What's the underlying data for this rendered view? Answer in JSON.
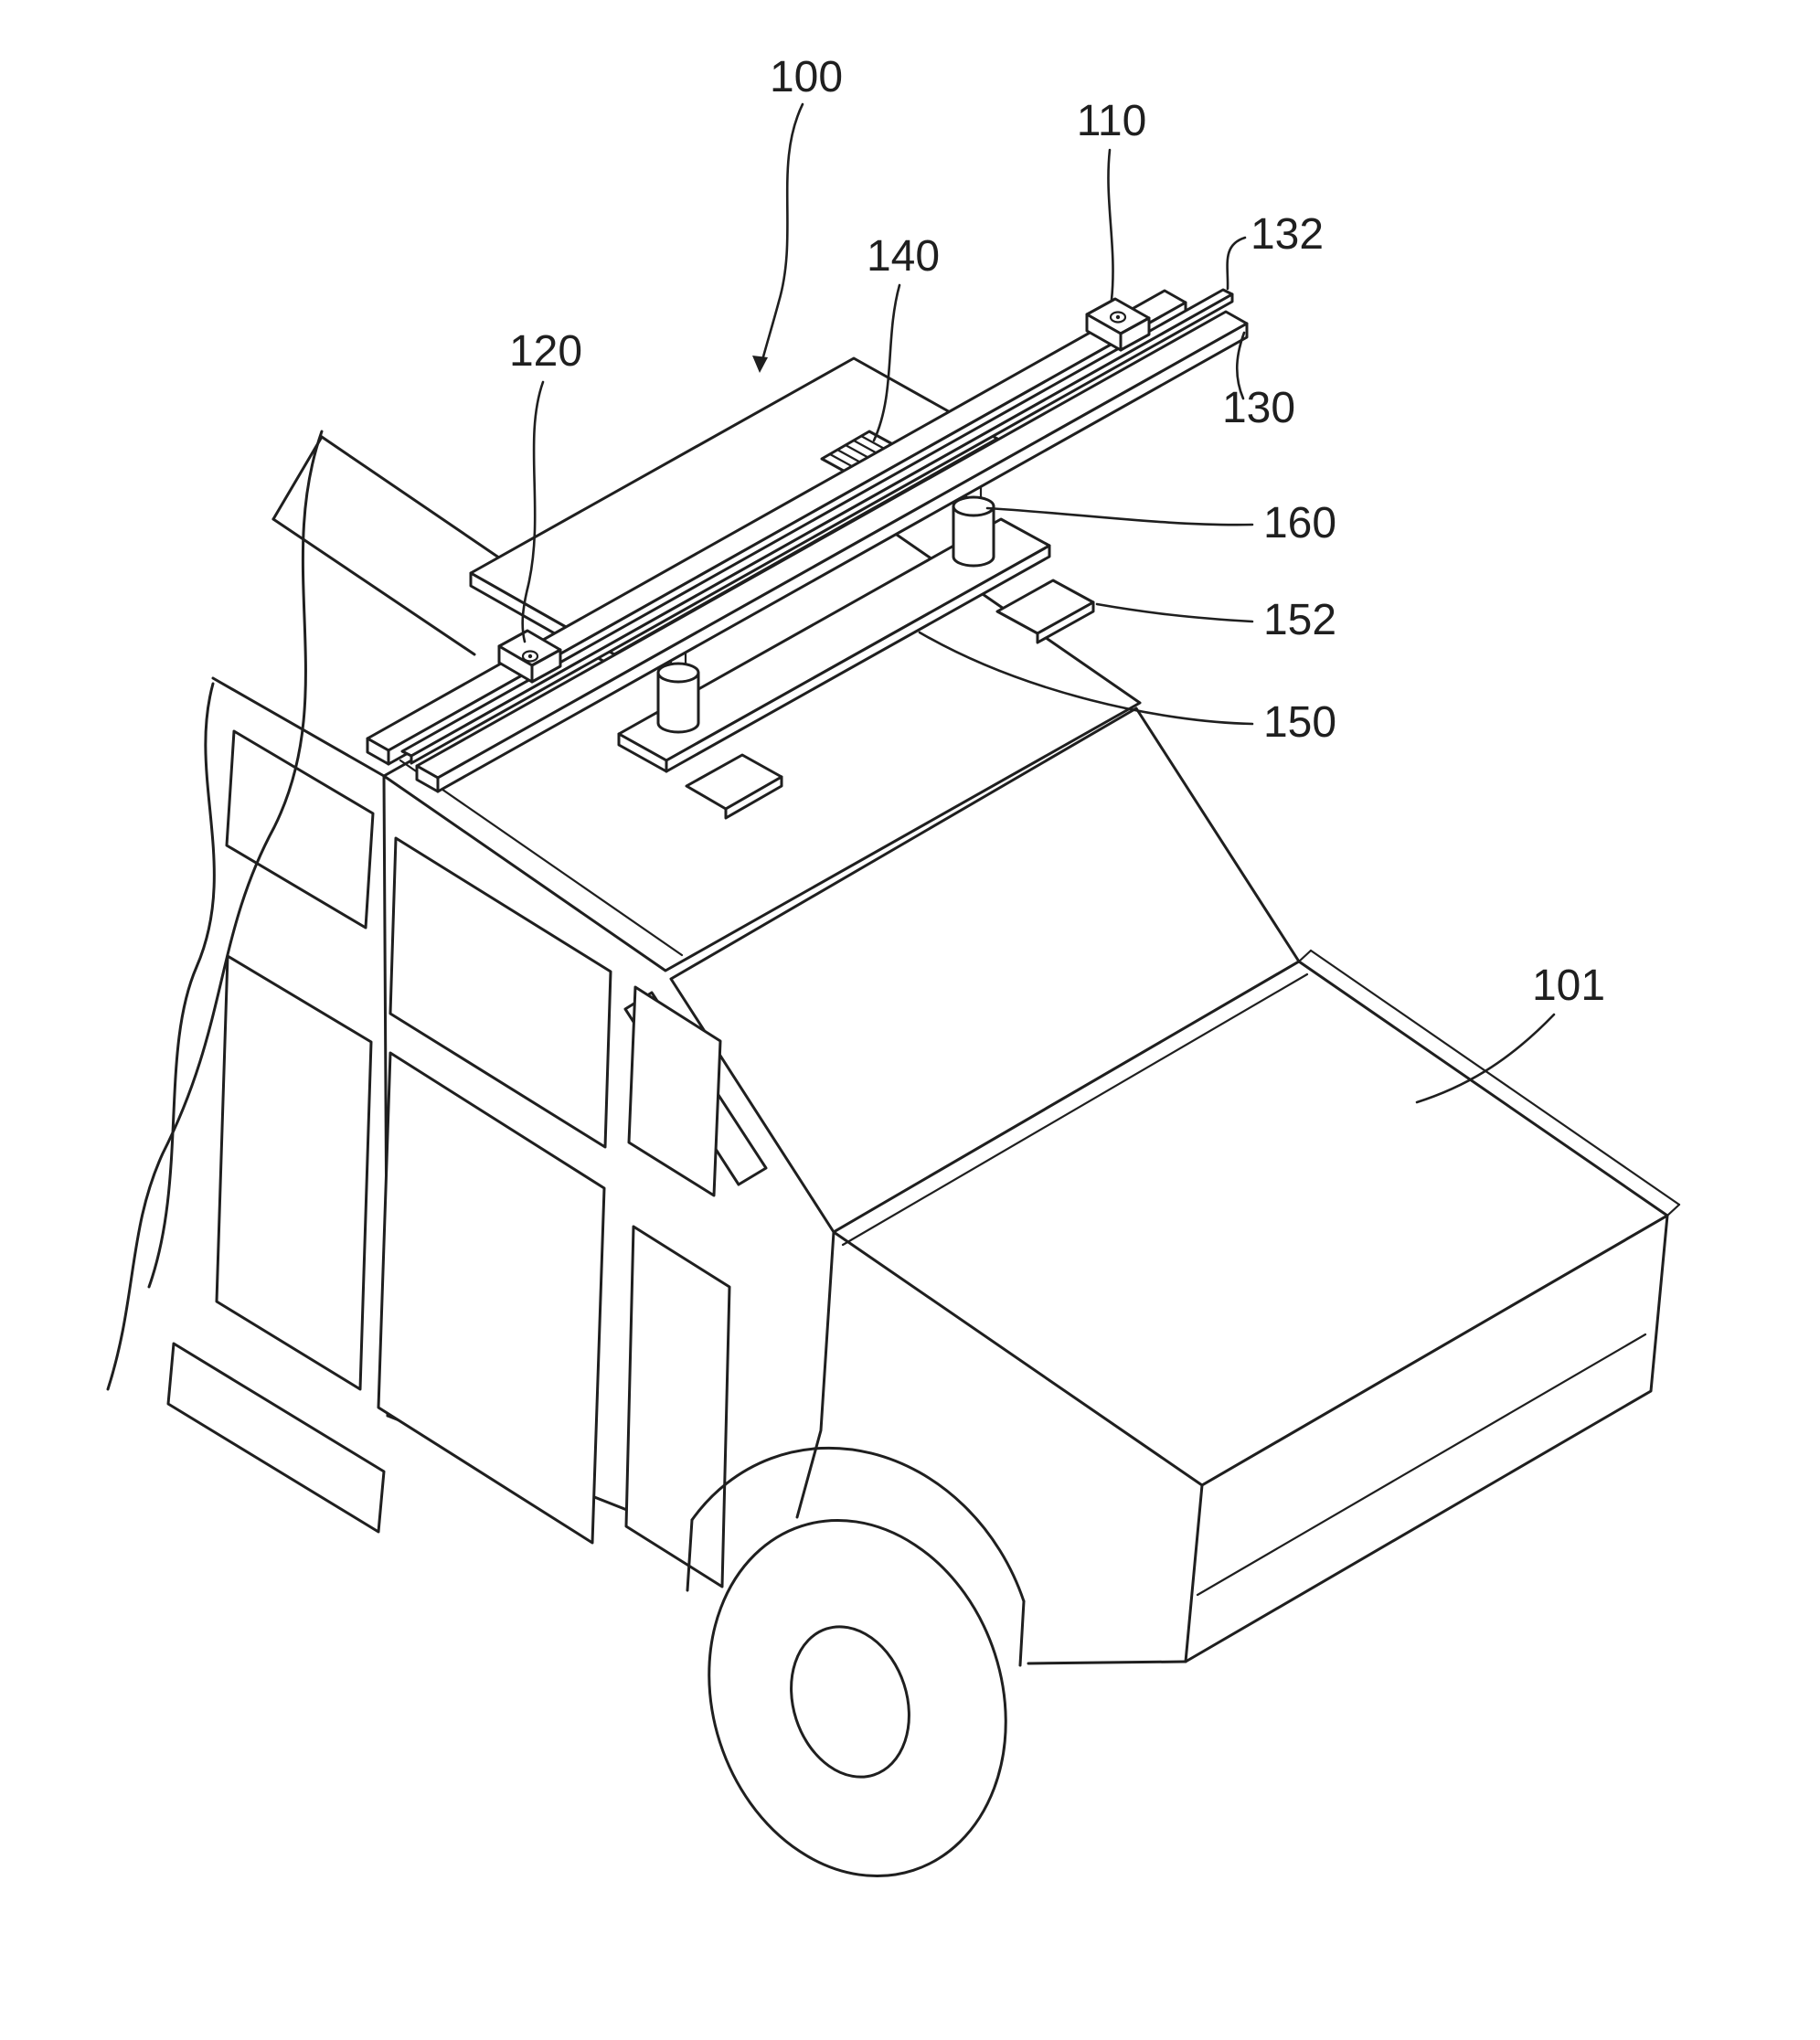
{
  "figure": {
    "type": "patent-line-drawing",
    "description": "vehicle with roof-mounted rail apparatus",
    "ink_color": "#1f1f1f",
    "background_color": "#ffffff",
    "reference_labels": [
      {
        "text": "100"
      },
      {
        "text": "110"
      },
      {
        "text": "132"
      },
      {
        "text": "130"
      },
      {
        "text": "140"
      },
      {
        "text": "120"
      },
      {
        "text": "160"
      },
      {
        "text": "152"
      },
      {
        "text": "150"
      },
      {
        "text": "101"
      }
    ]
  }
}
